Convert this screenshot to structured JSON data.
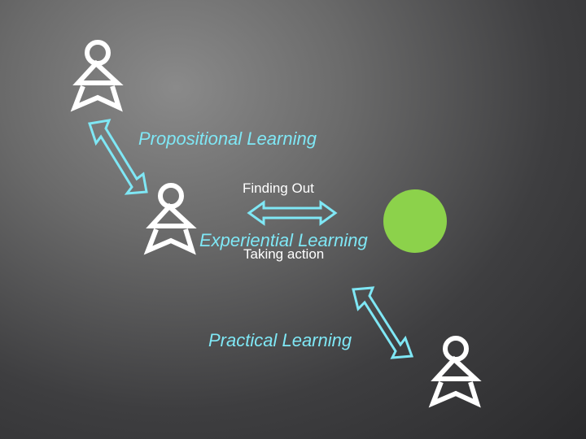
{
  "labels": {
    "propositional": "Propositional Learning",
    "finding_out": "Finding Out",
    "experiential": "Experiential Learning",
    "taking_action": "Taking action",
    "practical": "Practical Learning"
  },
  "colors": {
    "figure_stroke": "#ffffff",
    "arrow_stroke": "#7fe7f5",
    "label_cyan": "#7fe7f5",
    "label_white": "#ffffff",
    "circle_fill": "#8cd24b"
  },
  "icons": [
    "person-icon",
    "double-arrow-icon"
  ]
}
